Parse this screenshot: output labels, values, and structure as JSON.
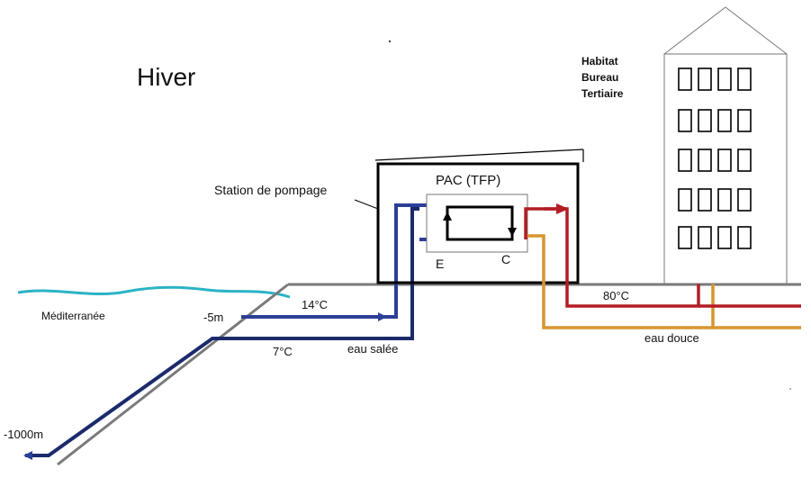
{
  "title": "Hiver",
  "building": {
    "lines": [
      "Habitat",
      "Bureau",
      "Tertiaire"
    ]
  },
  "station": {
    "label": "Station de pompage"
  },
  "heat_pump": {
    "label": "PAC (TFP)",
    "evaporator": "E",
    "condenser": "C"
  },
  "sea": {
    "label": "Méditerranée"
  },
  "depths": {
    "shallow": "-5m",
    "deep": "-1000m"
  },
  "temperatures": {
    "intake": "14°C",
    "return": "7°C",
    "hot": "80°C"
  },
  "pipes": {
    "salt_water": "eau salée",
    "fresh_water": "eau douce"
  },
  "colors": {
    "sea": "#2bb3c6",
    "salt_pipe_dark": "#1b2a6b",
    "salt_pipe": "#2c3f97",
    "hot_pipe": "#b31d24",
    "fresh_pipe": "#d8952f",
    "ground": "#7a7a7a"
  }
}
